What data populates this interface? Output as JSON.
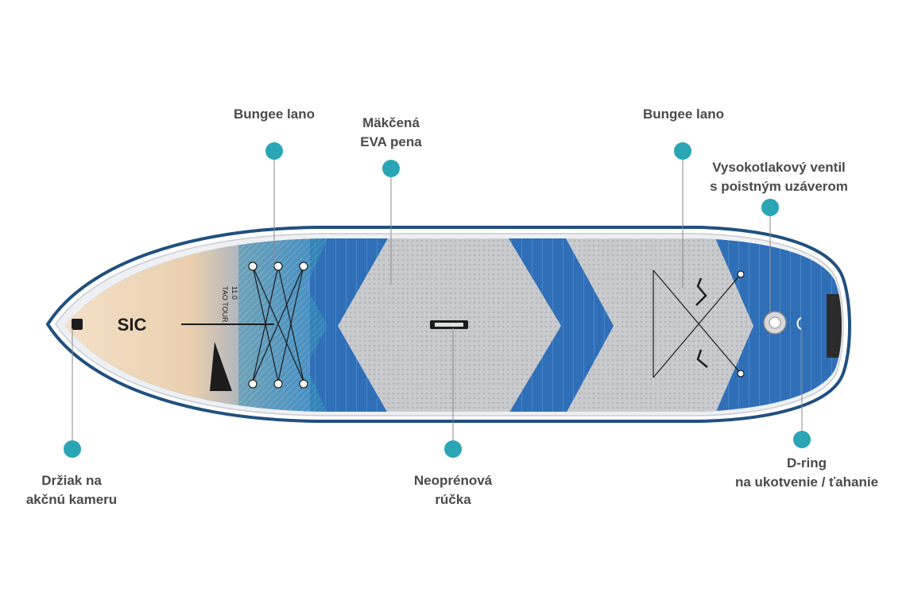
{
  "callouts": [
    {
      "id": "bungee-front",
      "lines": [
        "Bungee lano"
      ]
    },
    {
      "id": "eva-foam",
      "lines": [
        "Mäkčená",
        "EVA pena"
      ]
    },
    {
      "id": "bungee-rear",
      "lines": [
        "Bungee lano"
      ]
    },
    {
      "id": "valve",
      "lines": [
        "Vysokotlakový ventil",
        "s poistným uzáverom"
      ]
    },
    {
      "id": "camera-mount",
      "lines": [
        "Držiak na",
        "akčnú kameru"
      ]
    },
    {
      "id": "handle",
      "lines": [
        "Neoprénová",
        "rúčka"
      ]
    },
    {
      "id": "d-ring",
      "lines": [
        "D-ring",
        "na ukotvenie / ťahanie"
      ]
    }
  ],
  "board": {
    "logo_text": "SIC",
    "model_text": "TAO TOUR",
    "size_text": "11.0"
  },
  "colors": {
    "accent_dot": "#2aa5b5",
    "deck_blue": "#2f6fb8",
    "rail_navy": "#21507f",
    "pad_grey": "#c8cacd",
    "nose_wood": "#eed9bf"
  }
}
